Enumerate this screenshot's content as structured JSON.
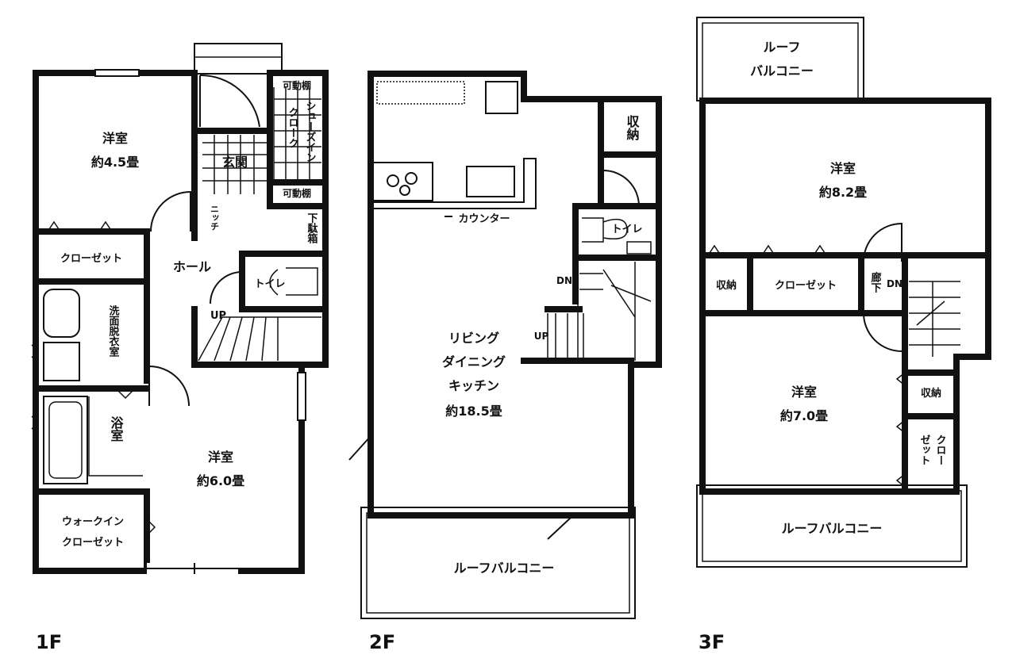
{
  "floors": {
    "f1": {
      "label": "1F",
      "room_west": {
        "name": "洋室",
        "size": "約4.5畳"
      },
      "shelf_top": "可動棚",
      "shelf_bottom": "可動棚",
      "shoe_closet": [
        "シューズイン",
        "クローク"
      ],
      "entrance": "玄関",
      "niche": "ニッチ",
      "shoe_box": "下駄箱",
      "closet": "クローゼット",
      "hall": "ホール",
      "toilet": "トイレ",
      "up": "UP",
      "washroom": "洗面脱衣室",
      "bath": "浴室",
      "room_south": {
        "name": "洋室",
        "size": "約6.0畳"
      },
      "walkin": [
        "ウォークイン",
        "クローゼット"
      ]
    },
    "f2": {
      "label": "2F",
      "storage": "収納",
      "toilet": "トイレ",
      "counter": "カウンター",
      "dn": "DN",
      "up": "UP",
      "ldk": [
        "リビング",
        "ダイニング",
        "キッチン",
        "約18.5畳"
      ],
      "balcony": "ルーフバルコニー"
    },
    "f3": {
      "label": "3F",
      "balcony_top": [
        "ルーフ",
        "バルコニー"
      ],
      "room_north": {
        "name": "洋室",
        "size": "約8.2畳"
      },
      "storage_west": "収納",
      "closet": "クローゼット",
      "corridor": "廊下",
      "dn": "DN",
      "room_south": {
        "name": "洋室",
        "size": "約7.0畳"
      },
      "storage_east": "収納",
      "closet_east": [
        "クロー",
        "ゼット"
      ],
      "balcony_bottom": "ルーフバルコニー"
    }
  }
}
